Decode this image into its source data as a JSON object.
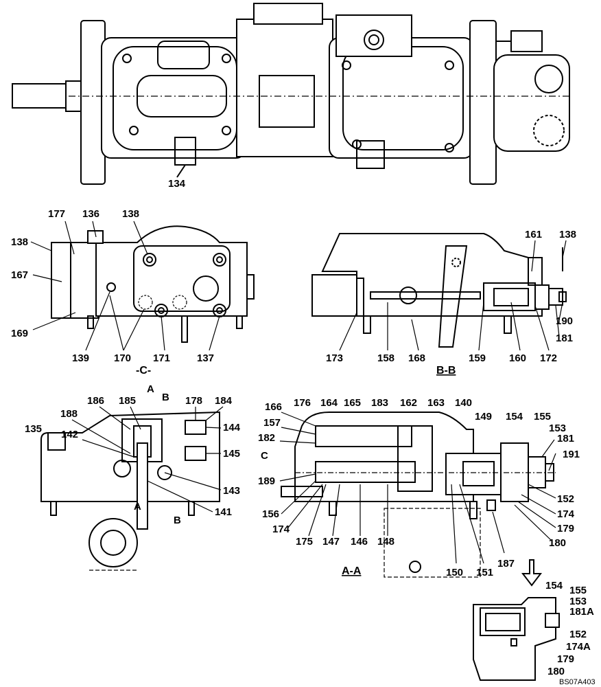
{
  "drawing_code": "BS07A403",
  "views": {
    "top": {
      "parts": [
        "134"
      ]
    },
    "c_view": {
      "title": "-C-",
      "parts": [
        "177",
        "136",
        "138",
        "138",
        "167",
        "169",
        "139",
        "170",
        "171",
        "137"
      ]
    },
    "bb_view": {
      "title": "B-B",
      "parts": [
        "161",
        "138",
        "173",
        "158",
        "168",
        "159",
        "160",
        "172",
        "181",
        "190"
      ]
    },
    "left_section": {
      "parts": [
        "186",
        "185",
        "178",
        "184",
        "188",
        "135",
        "142",
        "144",
        "145",
        "143",
        "141",
        "A",
        "B",
        "A",
        "B"
      ]
    },
    "aa_view": {
      "title": "A-A",
      "side_marker": "C",
      "parts": [
        "166",
        "176",
        "164",
        "165",
        "183",
        "162",
        "163",
        "140",
        "157",
        "182",
        "149",
        "154",
        "155",
        "153",
        "181",
        "191",
        "189",
        "152",
        "156",
        "174",
        "179",
        "174",
        "180",
        "175",
        "147",
        "146",
        "148",
        "150",
        "151",
        "187"
      ]
    },
    "detail": {
      "parts": [
        "154",
        "155",
        "153",
        "181A",
        "152",
        "174A",
        "179",
        "180"
      ]
    }
  }
}
